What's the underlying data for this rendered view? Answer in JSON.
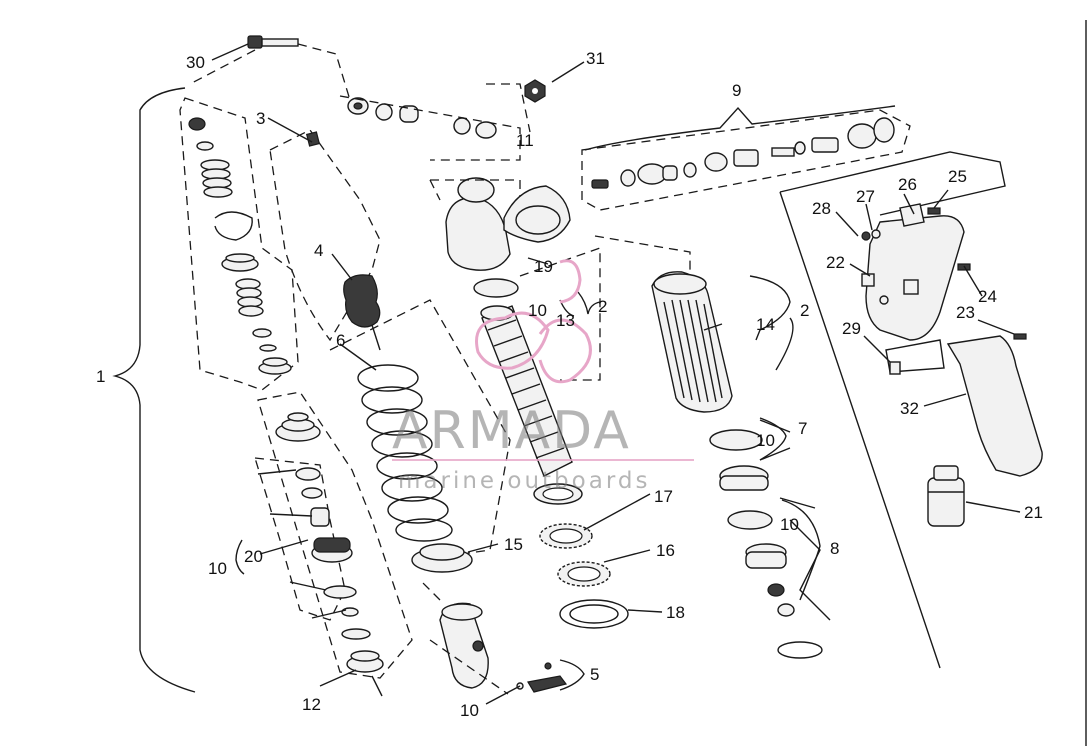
{
  "callouts": [
    {
      "id": "c30",
      "text": "30"
    },
    {
      "id": "c31",
      "text": "31"
    },
    {
      "id": "c3",
      "text": "3"
    },
    {
      "id": "c11",
      "text": "11"
    },
    {
      "id": "c9",
      "text": "9"
    },
    {
      "id": "c4",
      "text": "4"
    },
    {
      "id": "c28",
      "text": "28"
    },
    {
      "id": "c27",
      "text": "27"
    },
    {
      "id": "c26",
      "text": "26"
    },
    {
      "id": "c25",
      "text": "25"
    },
    {
      "id": "c22",
      "text": "22"
    },
    {
      "id": "c19",
      "text": "19"
    },
    {
      "id": "c10a",
      "text": "10"
    },
    {
      "id": "c13",
      "text": "13"
    },
    {
      "id": "c2a",
      "text": "2"
    },
    {
      "id": "c14",
      "text": "14"
    },
    {
      "id": "c2b",
      "text": "2"
    },
    {
      "id": "c24",
      "text": "24"
    },
    {
      "id": "c23",
      "text": "23"
    },
    {
      "id": "c29",
      "text": "29"
    },
    {
      "id": "c6",
      "text": "6"
    },
    {
      "id": "c1",
      "text": "1"
    },
    {
      "id": "c32",
      "text": "32"
    },
    {
      "id": "c7",
      "text": "7"
    },
    {
      "id": "c10b",
      "text": "10"
    },
    {
      "id": "c17",
      "text": "17"
    },
    {
      "id": "c21",
      "text": "21"
    },
    {
      "id": "c10c",
      "text": "10"
    },
    {
      "id": "c15",
      "text": "15"
    },
    {
      "id": "c8",
      "text": "8"
    },
    {
      "id": "c10d",
      "text": "10"
    },
    {
      "id": "c20",
      "text": "20"
    },
    {
      "id": "c16",
      "text": "16"
    },
    {
      "id": "c18",
      "text": "18"
    },
    {
      "id": "c5",
      "text": "5"
    },
    {
      "id": "c12",
      "text": "12"
    },
    {
      "id": "c10e",
      "text": "10"
    }
  ],
  "watermark": {
    "brand": "ARMADA",
    "tagline": "marine outboards"
  },
  "colors": {
    "line": "#1a1a1a",
    "watermark_logo": "#e7a6c8"
  }
}
